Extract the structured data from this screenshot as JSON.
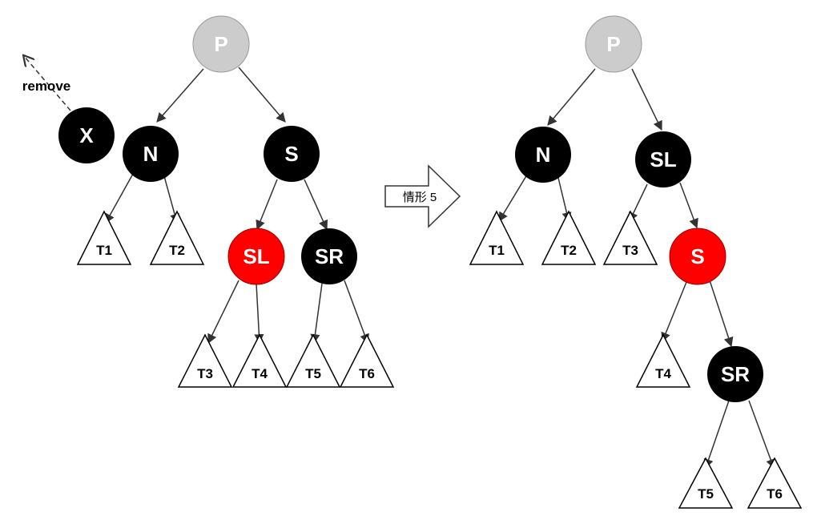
{
  "colors": {
    "black_node": "#000000",
    "red_node": "#ff0000",
    "grey_node": "#cccccc",
    "white_text": "#ffffff",
    "edge": "#333333"
  },
  "note": {
    "remove_label": "remove"
  },
  "transition": {
    "label": "情形 5"
  },
  "before": {
    "nodes": {
      "P": {
        "label": "P",
        "color": "grey"
      },
      "X": {
        "label": "X",
        "color": "black"
      },
      "N": {
        "label": "N",
        "color": "black"
      },
      "S": {
        "label": "S",
        "color": "black"
      },
      "SL": {
        "label": "SL",
        "color": "red"
      },
      "SR": {
        "label": "SR",
        "color": "black"
      }
    },
    "subtrees": {
      "T1": "T1",
      "T2": "T2",
      "T3": "T3",
      "T4": "T4",
      "T5": "T5",
      "T6": "T6"
    }
  },
  "after": {
    "nodes": {
      "P": {
        "label": "P",
        "color": "grey"
      },
      "N": {
        "label": "N",
        "color": "black"
      },
      "SL": {
        "label": "SL",
        "color": "black"
      },
      "S": {
        "label": "S",
        "color": "red"
      },
      "SR": {
        "label": "SR",
        "color": "black"
      }
    },
    "subtrees": {
      "T1": "T1",
      "T2": "T2",
      "T3": "T3",
      "T4": "T4",
      "T5": "T5",
      "T6": "T6"
    }
  }
}
